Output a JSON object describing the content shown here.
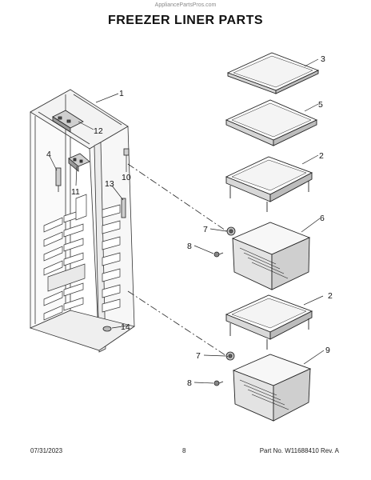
{
  "watermark": "AppliancePartsPros.com",
  "title": "FREEZER LINER PARTS",
  "callouts": {
    "c1": "1",
    "c2a": "2",
    "c2b": "2",
    "c3": "3",
    "c4": "4",
    "c5": "5",
    "c6": "6",
    "c7a": "7",
    "c7b": "7",
    "c8a": "8",
    "c8b": "8",
    "c9": "9",
    "c10": "10",
    "c11": "11",
    "c12": "12",
    "c13": "13",
    "c14": "14"
  },
  "footer": {
    "date": "07/31/2023",
    "page": "8",
    "part": "Part No. W11688410  Rev. A"
  }
}
